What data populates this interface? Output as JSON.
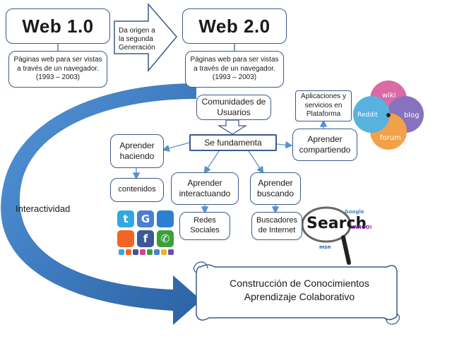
{
  "web1": {
    "title": "Web 1.0",
    "description": "Páginas web para ser vistas a través de un navegador. (1993 – 2003)"
  },
  "transition": {
    "label": "Da origen a la segunda Generación"
  },
  "web2": {
    "title": "Web 2.0",
    "description": "Páginas web para ser vistas a través de un navegador. (1993 – 2003)"
  },
  "comunidades": "Comunidades de Usuarios",
  "fundamenta": "Se fundamenta",
  "aplicaciones": "Aplicaciones y servicios en Plataforma",
  "aprender_haciendo": "Aprender haciendo",
  "contenidos": "contenidos",
  "aprender_interactuando": "Aprender interactuando",
  "redes_sociales": "Redes Sociales",
  "aprender_buscando": "Aprender buscando",
  "buscadores": "Buscadores de Internet",
  "aprender_compartiendo": "Aprender compartiendo",
  "interactividad": "Interactividad",
  "resultado": {
    "line1": "Construcción de Conocimientos",
    "line2": "Aprendizaje Colaborativo"
  },
  "venn": {
    "labels": [
      "wiki",
      "blog",
      "forum",
      "Reddit"
    ],
    "colors": [
      "#d0468f",
      "#6a4fb0",
      "#f08a1e",
      "#2f9fd8"
    ]
  },
  "search_graphic": {
    "word": "Search",
    "brands": [
      "Google",
      "YAHOO!",
      "msn"
    ]
  },
  "social_icons": {
    "glyphs": [
      "t",
      "G",
      "f",
      "✆"
    ],
    "colors": [
      "#33a8e0",
      "#4a7fd4",
      "#3b5998",
      "#2ea8df",
      "#f26522",
      "#3aa13a"
    ]
  },
  "colors": {
    "box_border": "#3a5a8a",
    "arrow_fill": "#2e6fb5",
    "connector": "#5a8fd0"
  }
}
